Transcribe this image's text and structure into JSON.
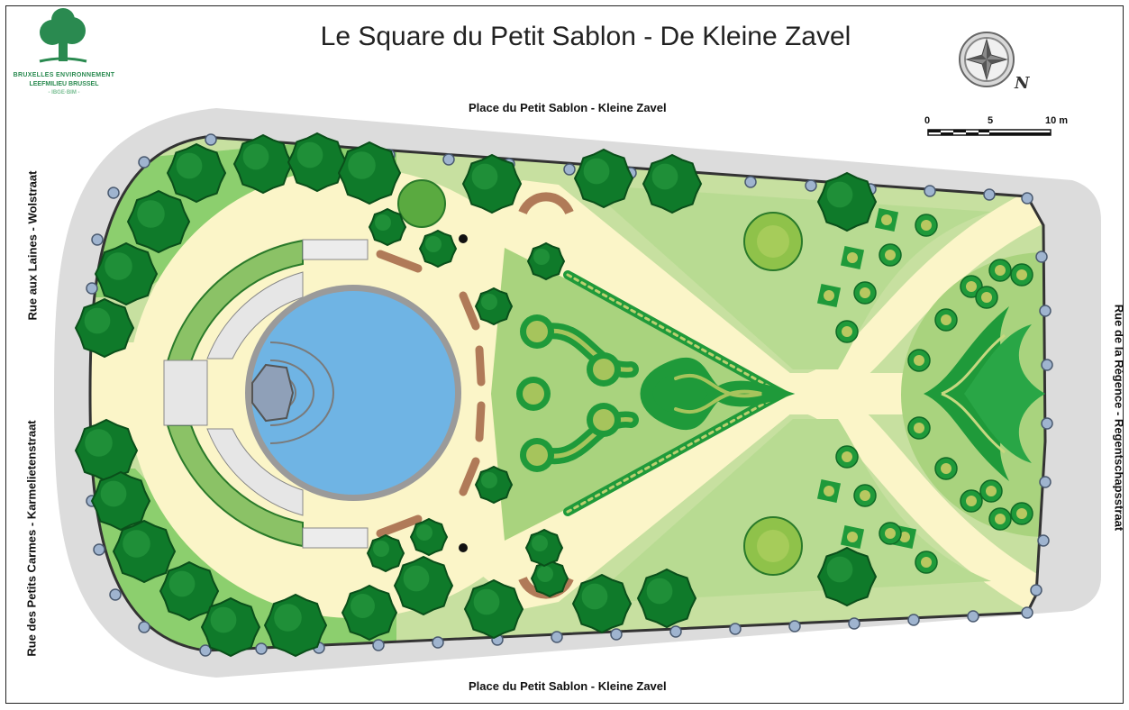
{
  "title": "Le Square du Petit Sablon - De Kleine Zavel",
  "logo": {
    "line1": "BRUXELLES ENVIRONNEMENT",
    "line2": "LEEFMILIEU BRUSSEL",
    "line3": "- IBGE·BIM -",
    "icon": "tree-icon",
    "color": "#2a8a50"
  },
  "compass": {
    "icon": "compass-rose-icon",
    "label": "N"
  },
  "scale": {
    "labels": [
      "0",
      "5",
      "10 m"
    ]
  },
  "streets": {
    "top": "Place du Petit Sablon - Kleine Zavel",
    "bottom": "Place du Petit Sablon - Kleine Zavel",
    "left_upper": "Rue aux Laines - Wolstraat",
    "left_lower": "Rue des Petits Carmes - Karmelietenstraat",
    "right": "Rue de la Régence - Regentschapsstraat"
  },
  "colors": {
    "pavement": "#dcdcdc",
    "lawn": "#c7e0a0",
    "path": "#fbf5c8",
    "tree": "#0f7a2a",
    "tree_dark": "#0a4f1a",
    "pond": "#6fb4e4",
    "hedge": "#1f9a3a",
    "bench": "#b07a58",
    "fence": "#333333"
  }
}
